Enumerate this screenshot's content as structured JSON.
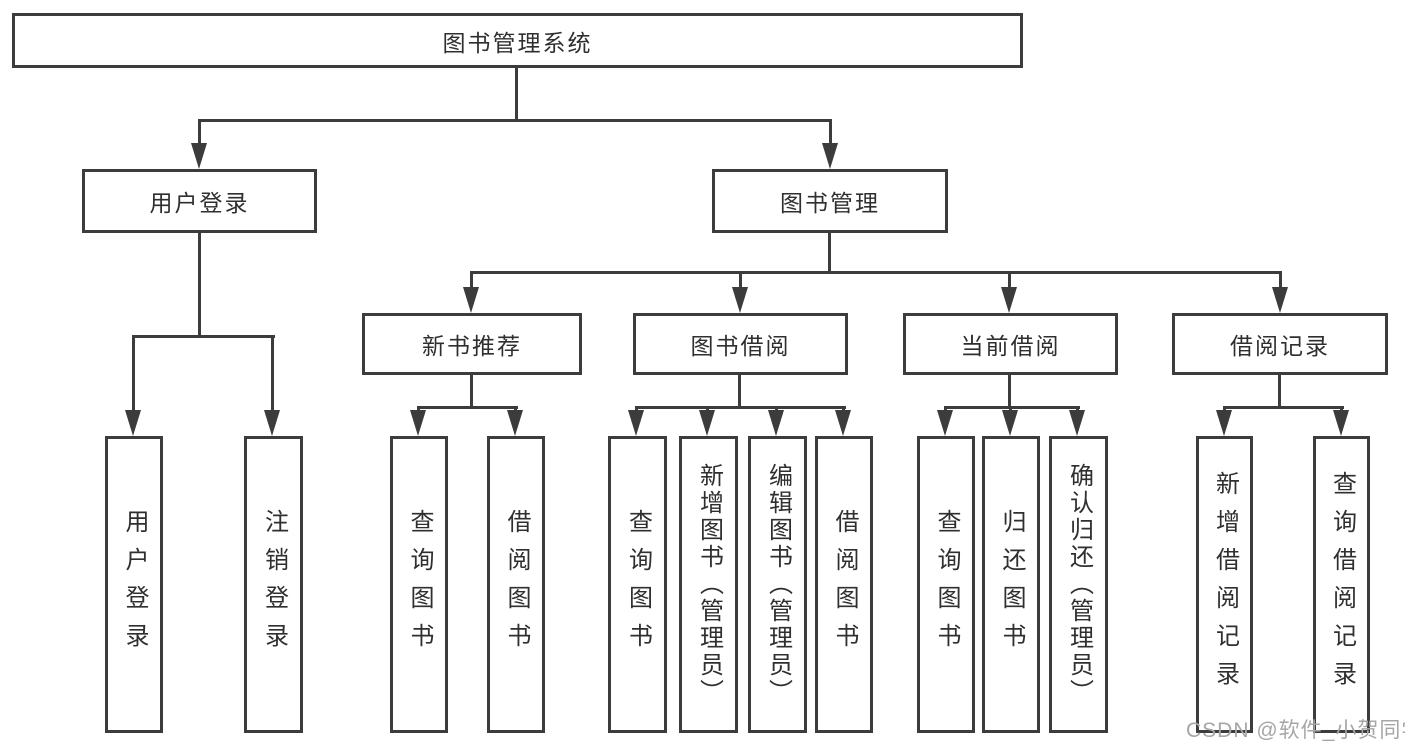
{
  "diagram": {
    "root": {
      "label": "图书管理系统",
      "children": [
        {
          "label": "用户登录",
          "children": [
            {
              "label": "用户登录"
            },
            {
              "label": "注销登录"
            }
          ]
        },
        {
          "label": "图书管理",
          "children": [
            {
              "label": "新书推荐",
              "children": [
                {
                  "label": "查询图书"
                },
                {
                  "label": "借阅图书"
                }
              ]
            },
            {
              "label": "图书借阅",
              "children": [
                {
                  "label": "查询图书"
                },
                {
                  "label": "新增图书（管理员）"
                },
                {
                  "label": "编辑图书（管理员）"
                },
                {
                  "label": "借阅图书"
                }
              ]
            },
            {
              "label": "当前借阅",
              "children": [
                {
                  "label": "查询图书"
                },
                {
                  "label": "归还图书"
                },
                {
                  "label": "确认归还（管理员）"
                }
              ]
            },
            {
              "label": "借阅记录",
              "children": [
                {
                  "label": "新增借阅记录"
                },
                {
                  "label": "查询借阅记录"
                }
              ]
            }
          ]
        }
      ]
    },
    "watermark": "CSDN @软件_小贺同学",
    "colors": {
      "line": "#3c3c3c",
      "text": "#2f2f2f",
      "watermark": "#a6a6a6",
      "background": "#ffffff"
    }
  }
}
